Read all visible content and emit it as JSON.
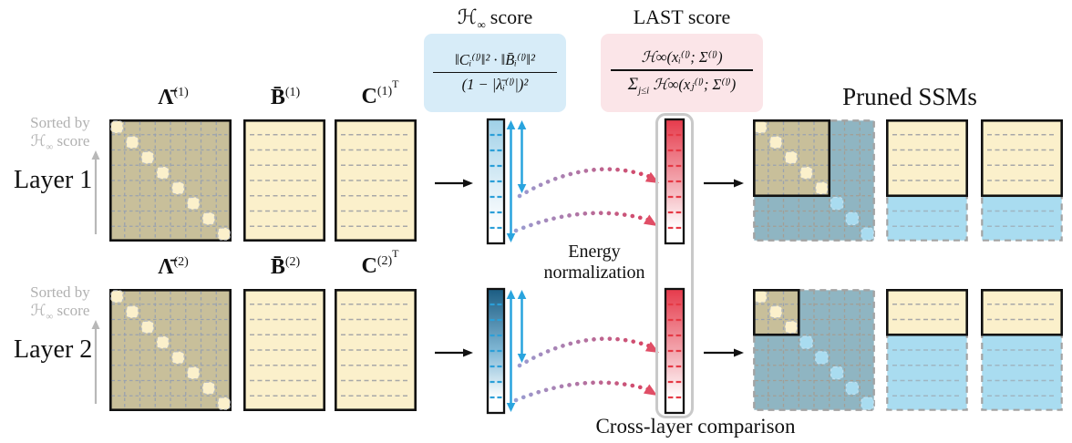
{
  "header": {
    "hinf_title": {
      "script_h": "ℋ",
      "sub": "∞",
      "word": "score"
    },
    "last_title": "LAST score",
    "pruned_title": "Pruned SSMs"
  },
  "formulas": {
    "hinf": {
      "numerator": "‖Cᵢ⁽ˡ⁾‖² · ‖B̄ᵢ⁽ˡ⁾‖²",
      "denominator": "(1 − |λ̄ᵢ⁽ˡ⁾|)²"
    },
    "last": {
      "numerator": "ℋ∞(xᵢ⁽ˡ⁾; Σ⁽ˡ⁾)",
      "den_sigma": "Σ",
      "den_sigma_sub": "j≤i",
      "den_rest": " ℋ∞(xⱼ⁽ˡ⁾; Σ⁽ˡ⁾)"
    }
  },
  "annotations": {
    "energy_line1": "Energy",
    "energy_line2": "normalization",
    "cross_layer": "Cross-layer comparison"
  },
  "layers": [
    {
      "label": "Layer 1",
      "sorted_line1": "Sorted by",
      "sorted_script_h": "ℋ",
      "sorted_sub": "∞",
      "sorted_word": " score",
      "lambda_label": {
        "base": "Λ̄",
        "sup": "(1)"
      },
      "b_label": {
        "base": "B̄",
        "sup": "(1)"
      },
      "c_label": {
        "base": "C",
        "sup": "(1)",
        "sup2": "T"
      },
      "num_states": 8,
      "kept_states": 5,
      "hinf_bar_gradient": [
        "#9fd0e7",
        "#ddeef7",
        "#ffffff"
      ],
      "last_bar_gradient": [
        "#e63a4b",
        "#f3aab2",
        "#ffffff"
      ]
    },
    {
      "label": "Layer 2",
      "sorted_line1": "Sorted by",
      "sorted_script_h": "ℋ",
      "sorted_sub": "∞",
      "sorted_word": " score",
      "lambda_label": {
        "base": "Λ̄",
        "sup": "(2)"
      },
      "b_label": {
        "base": "B̄",
        "sup": "(2)"
      },
      "c_label": {
        "base": "C",
        "sup": "(2)",
        "sup2": "T"
      },
      "num_states": 8,
      "kept_states": 3,
      "hinf_bar_gradient": [
        "#1b5c82",
        "#85bbd8",
        "#ffffff"
      ],
      "last_bar_gradient": [
        "#e63a4b",
        "#f3aab2",
        "#ffffff"
      ]
    }
  ],
  "colors": {
    "state_matrix_bg": "#c8bf9a",
    "kept_cell": "#fbf0cb",
    "kept_cell_stroke": "#b5bac2",
    "io_matrix_bg": "#fbf0cb",
    "pruned_bg": "#8fb5c2",
    "pruned_cell": "#a9dcf0",
    "pruned_cell_stroke": "#c2dfee",
    "pruned_io_bg": "#a9dcf0",
    "grid_dash": "#9aa2af",
    "pruned_grid_dash": "#a39e95",
    "io_dash": "#a8a8a8",
    "pruned_io_dash": "#9fb6c2",
    "matrix_border": "#111111",
    "pruned_border": "#a3a3a3",
    "hinf_box_bg": "#d7ecf8",
    "last_box_bg": "#fbe5e8",
    "hinf_tick": "#2b9fd8",
    "last_tick": "#e53945",
    "blue_arrow": "#29a4de",
    "black_arrow": "#111111",
    "arc_gradient": [
      "#97a0d6",
      "#b4709f",
      "#e03a55"
    ],
    "arc_arrowhead": "#e04e66",
    "gray_text": "#b1b1b1",
    "gray_arrow": "#b8b8b8",
    "cross_layer_box_border": "#c9c9c9"
  }
}
